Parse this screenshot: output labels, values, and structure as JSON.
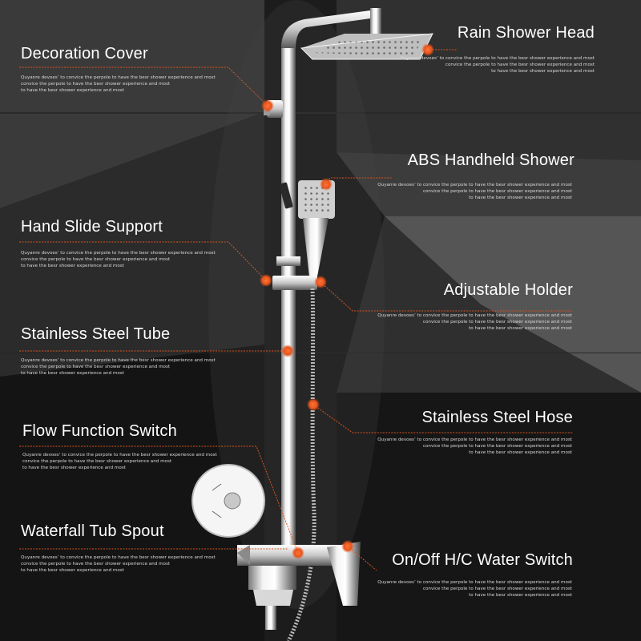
{
  "labels": {
    "rain_shower_head": "Rain Shower Head",
    "decoration_cover": "Decoration Cover",
    "abs_handheld_shower": "ABS Handheld Shower",
    "hand_slide_support": "Hand Slide Support",
    "adjustable_holder": "Adjustable Holder",
    "stainless_steel_tube": "Stainless Steel Tube",
    "stainless_steel_hose": "Stainless Steel Hose",
    "flow_function_switch": "Flow Function Switch",
    "waterfall_tub_spout": "Waterfall Tub Spout",
    "on_off_water_switch": "On/Off H/C Water Switch"
  },
  "desc_variants": {
    "a": [
      "Quyanre devoes’ to convice the perpole to have the besr shower experience and most",
      "convice the perpole to have the besr shower experience and most",
      "to have the besr shower experience and most"
    ],
    "b": [
      "Quyanre devoes’ to convice the perpole to have the besr shower experience and most",
      "convice the perpole to have the besr shower experience and most",
      "to have the besr shower experience and most"
    ]
  },
  "colors": {
    "accent": "#e8531c",
    "leader": "#d9541e",
    "chrome": "#e6e6e6"
  },
  "icons": {
    "diverter_inset": "shower-diverter-inset-icon"
  }
}
